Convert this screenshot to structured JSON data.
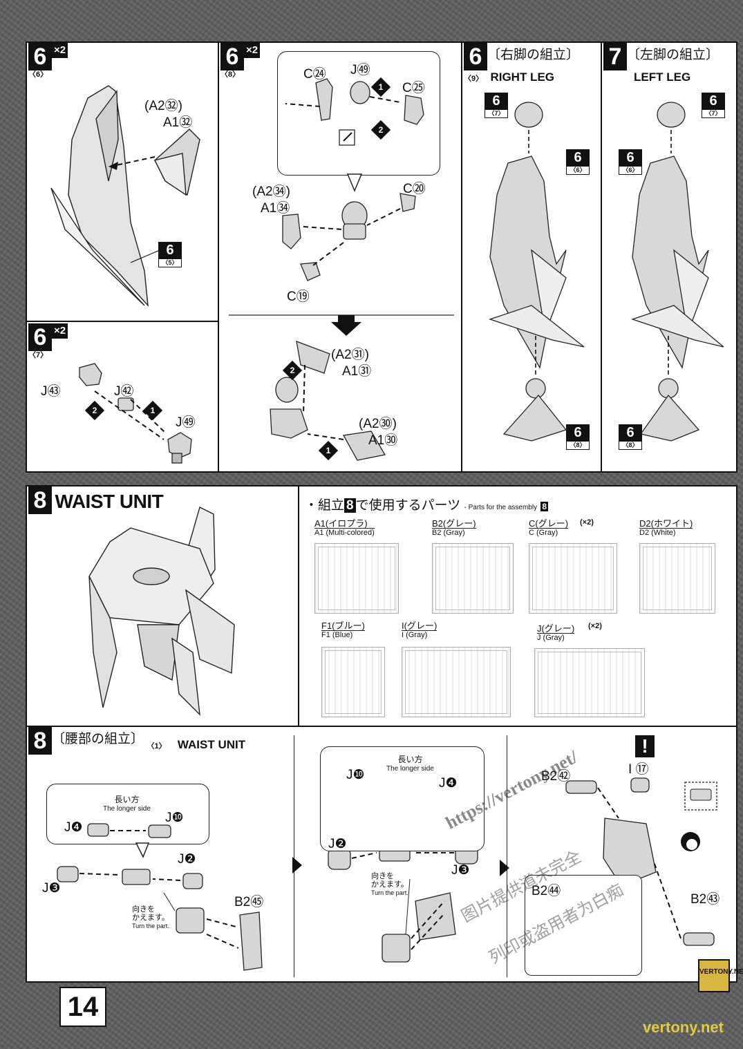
{
  "page_number": "14",
  "watermark": {
    "url": "https://vertony.net/",
    "logo": "VERTONY.NET",
    "footer_url": "vertony.net",
    "chinese_line1": "图片提供道未完全",
    "chinese_line2": "列印或盗用者为白痴"
  },
  "panel_6_6": {
    "step": "6",
    "sub": "〈6〉",
    "mult": "×2",
    "label_a": "(A2㉜)",
    "label_b": "A1㉜",
    "ref_num": "6",
    "ref_sub": "〈5〉"
  },
  "panel_6_8": {
    "step": "6",
    "sub": "〈8〉",
    "mult": "×2",
    "c24": "C㉔",
    "j49": "J㊾",
    "c25": "C㉕",
    "a234": "(A2㉞)",
    "a134": "A1㉞",
    "c20": "C⑳",
    "c19": "C⑲",
    "a231": "(A2㉛)",
    "a131": "A1㉛",
    "a230": "(A2㉚)",
    "a130": "A1㉚",
    "s1": "1",
    "s2": "2"
  },
  "panel_6_7": {
    "step": "6",
    "sub": "〈7〉",
    "mult": "×2",
    "j53": "J㊸",
    "j42": "J㊷",
    "j52": "J㊾",
    "s1": "1",
    "s2": "2"
  },
  "panel_right_leg": {
    "step": "6",
    "sub": "〈9〉",
    "jp": "〔右脚の組立〕",
    "en": "RIGHT LEG",
    "ref_top": "6",
    "ref_top_sub": "〈7〉",
    "ref_mid": "6",
    "ref_mid_sub": "〈6〉",
    "ref_bot": "6",
    "ref_bot_sub": "〈8〉"
  },
  "panel_left_leg": {
    "step": "7",
    "jp": "〔左脚の組立〕",
    "en": "LEFT LEG",
    "ref_top": "6",
    "ref_top_sub": "〈7〉",
    "ref_mid": "6",
    "ref_mid_sub": "〈6〉",
    "ref_bot": "6",
    "ref_bot_sub": "〈8〉"
  },
  "waist_unit": {
    "step": "8",
    "title": "WAIST UNIT"
  },
  "parts_list": {
    "heading_jp_prefix": "・組立",
    "heading_step": "8",
    "heading_jp_suffix": "で使用するパーツ",
    "heading_en": "- Parts for the assembly",
    "runners": [
      {
        "jp": "A1(イロプラ)",
        "en": "A1 (Multi-colored)",
        "mult": ""
      },
      {
        "jp": "B2(グレー)",
        "en": "B2 (Gray)",
        "mult": ""
      },
      {
        "jp": "C(グレー)",
        "en": "C (Gray)",
        "mult": "(×2)"
      },
      {
        "jp": "D2(ホワイト)",
        "en": "D2 (White)",
        "mult": ""
      },
      {
        "jp": "F1(ブルー)",
        "en": "F1 (Blue)",
        "mult": ""
      },
      {
        "jp": "I(グレー)",
        "en": "I (Gray)",
        "mult": ""
      },
      {
        "jp": "J(グレー)",
        "en": "J (Gray)",
        "mult": "(×2)"
      }
    ]
  },
  "waist_assembly": {
    "step": "8",
    "sub": "〈1〉",
    "jp": "〔腰部の組立〕",
    "en": "WAIST UNIT",
    "longer_jp": "長い方",
    "longer_en": "The longer side",
    "turn_jp": "向きを\nかえます。",
    "turn_en": "Turn the part.",
    "j4": "J❹",
    "j10": "J❿",
    "j2": "J❷",
    "j3": "J❸",
    "b245": "B2㊺",
    "b242": "B2㊷",
    "b243": "B2㊸",
    "b244": "B2㊹",
    "i17": "I ⑰",
    "warn": "!"
  }
}
